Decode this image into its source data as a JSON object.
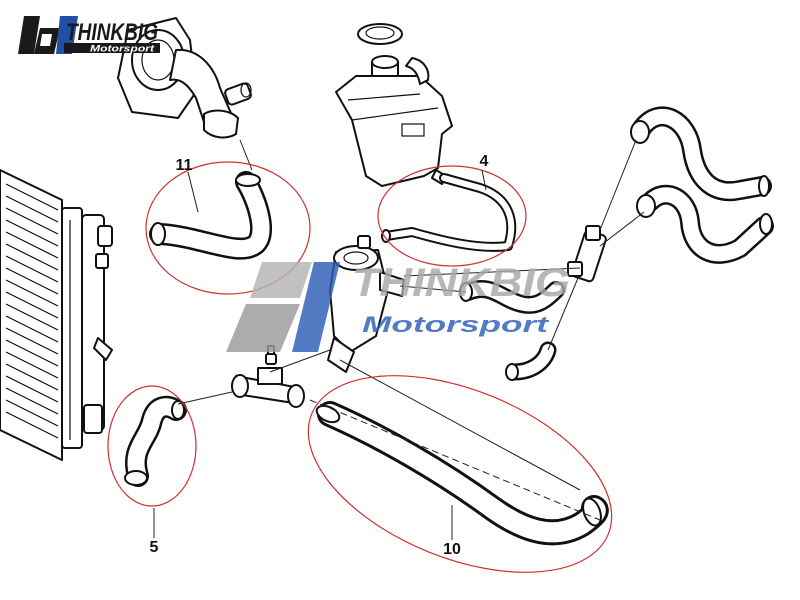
{
  "logo": {
    "brand": "THINKBIG",
    "tagline": "Motorsport",
    "mark": "bt"
  },
  "watermark": {
    "brand": "THINKBIG",
    "tagline": "Motorsport",
    "mark": "bt"
  },
  "callouts": {
    "part_11": "11",
    "part_4": "4",
    "part_5": "5",
    "part_10": "10"
  },
  "colors": {
    "highlight_ring": "#d32f2f",
    "line": "#111111",
    "logo_blue": "#1f4fa8",
    "watermark_gray": "#b4b4b4",
    "watermark_blue": "#2d5fb8"
  },
  "icons": {
    "radiator": "radiator-icon",
    "water_pump": "water-pump-icon",
    "expansion_tank": "expansion-tank-icon",
    "thermostat_housing": "thermostat-housing-icon",
    "t_connector": "t-connector-icon",
    "valve": "valve-icon"
  }
}
